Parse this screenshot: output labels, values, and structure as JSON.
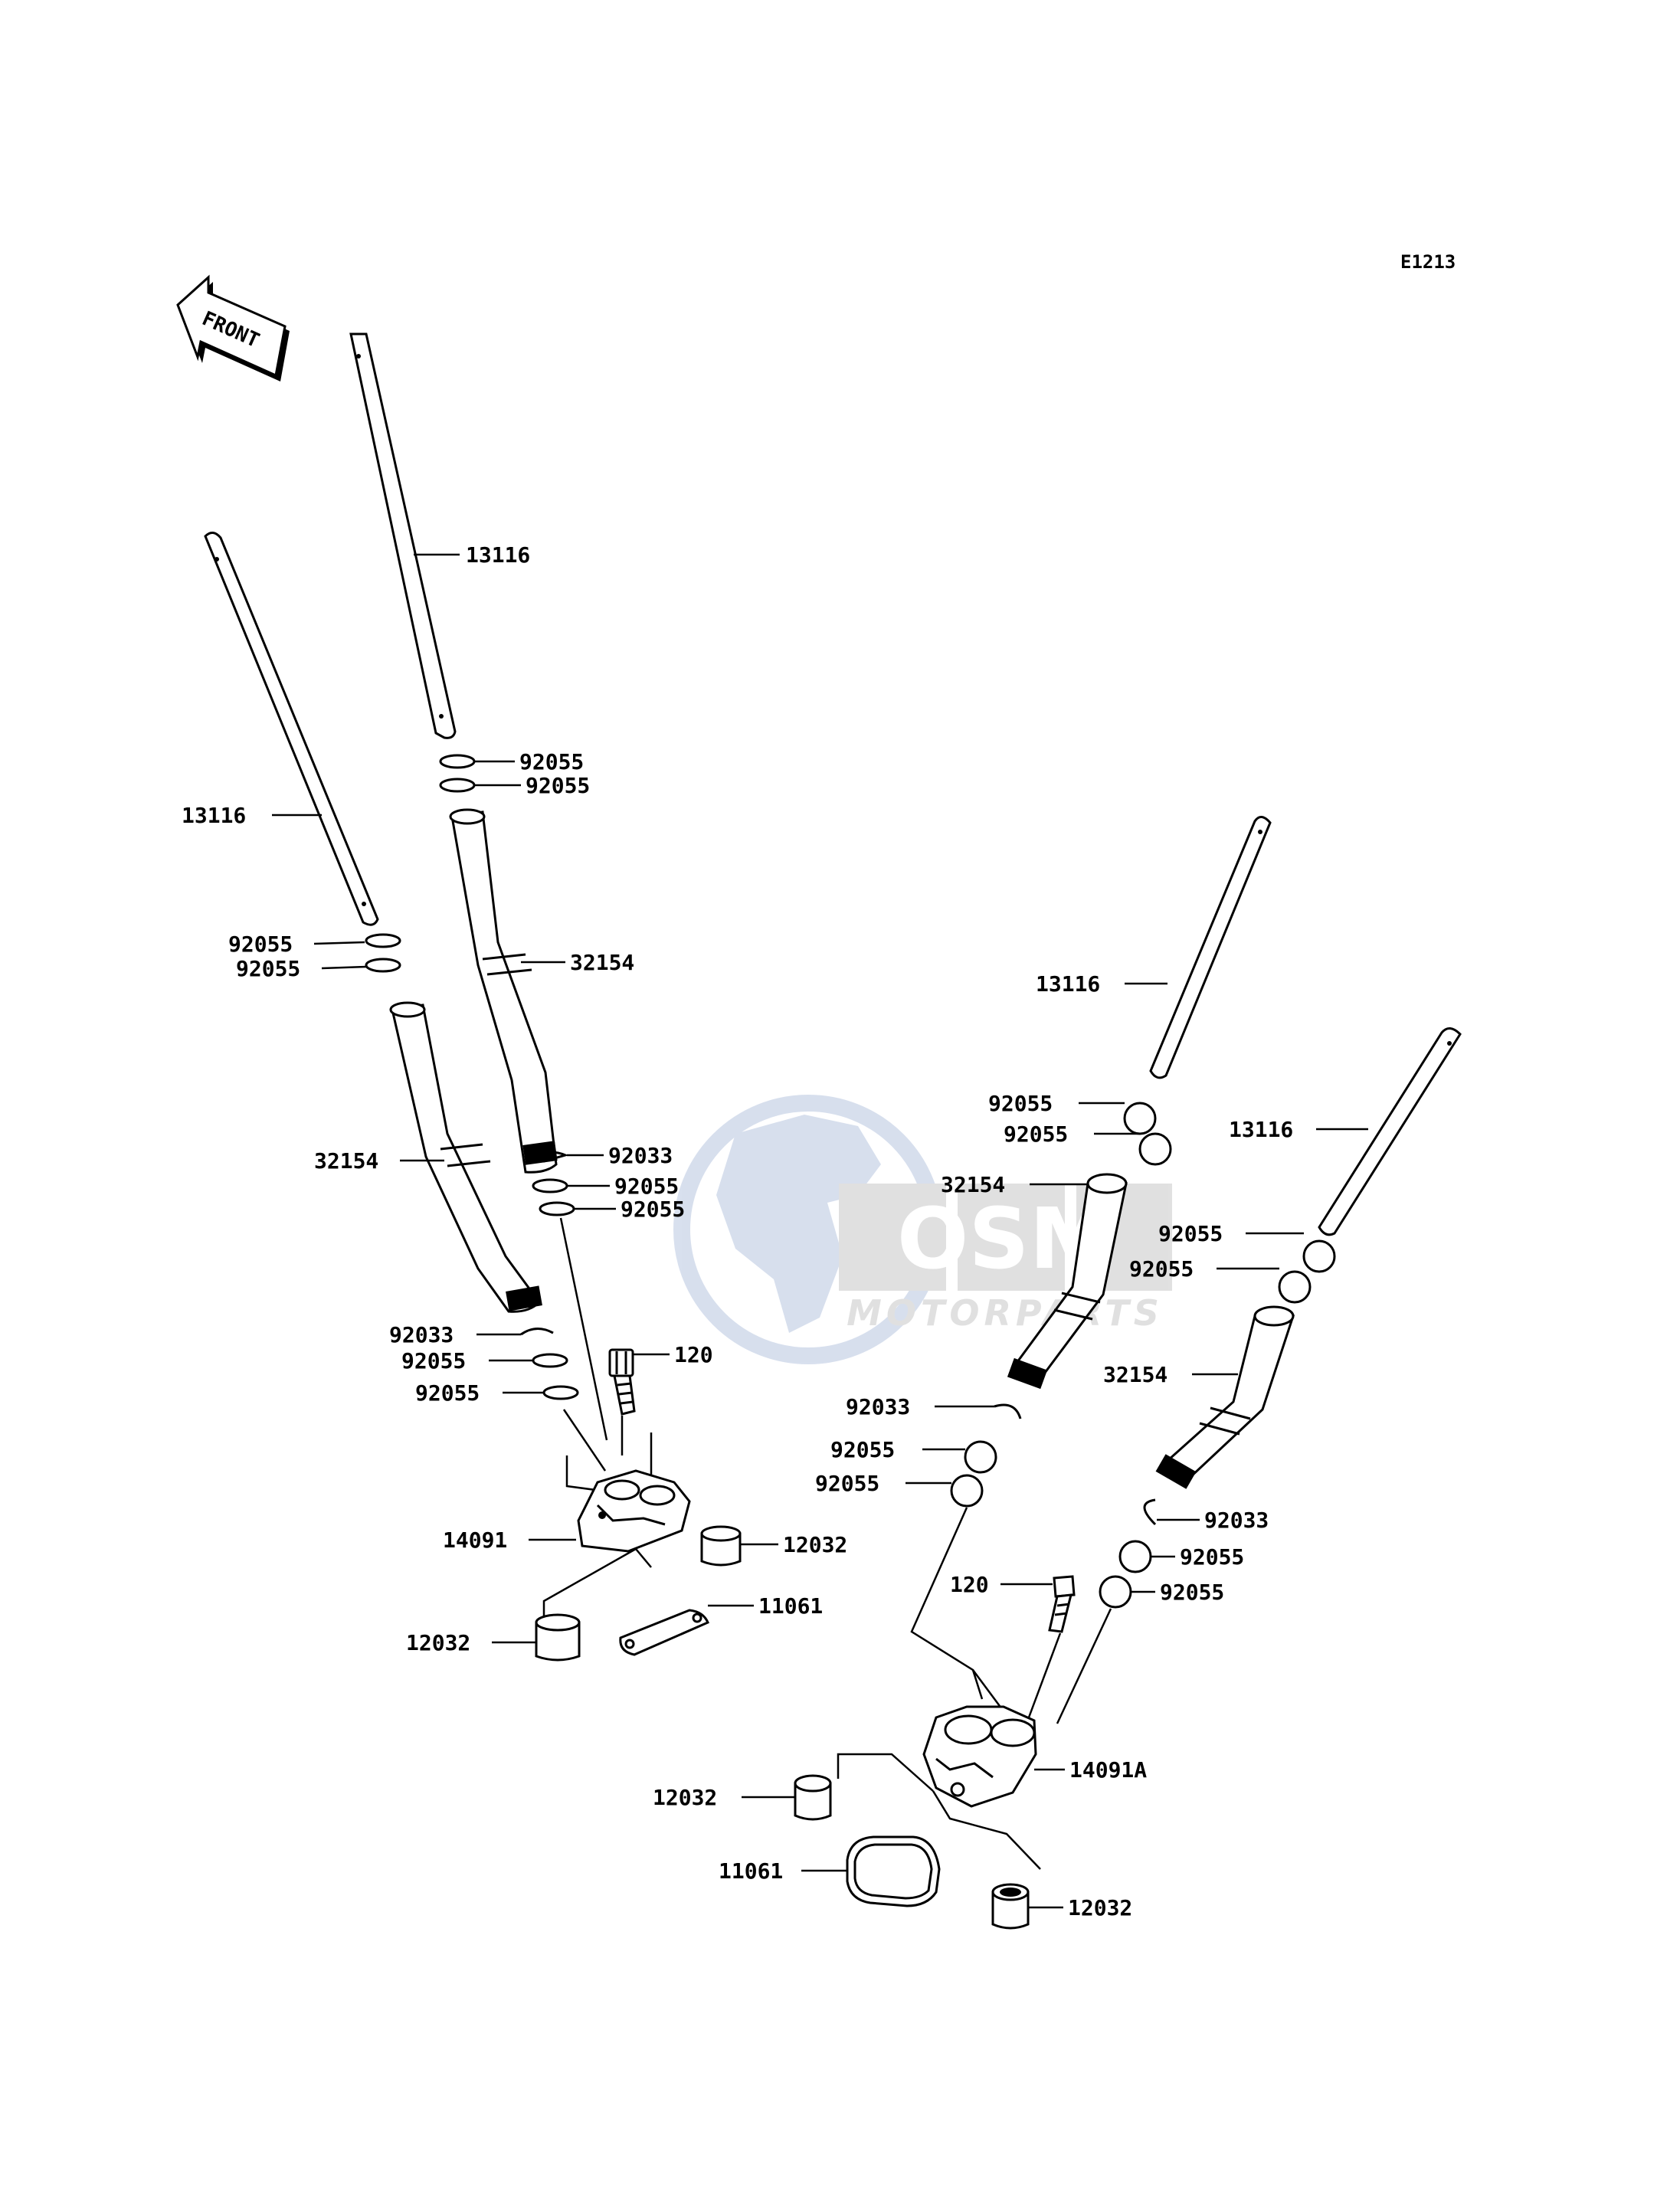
{
  "diagram_code": "E1213",
  "front_label": "FRONT",
  "watermark": {
    "brand": "OSM",
    "sub": "MOTORPARTS",
    "color": "#b8c6e0"
  },
  "parts": [
    {
      "id": "13116",
      "label": "13116"
    },
    {
      "id": "92055",
      "label": "92055"
    },
    {
      "id": "32154",
      "label": "32154"
    },
    {
      "id": "92033",
      "label": "92033"
    },
    {
      "id": "120",
      "label": "120"
    },
    {
      "id": "14091",
      "label": "14091"
    },
    {
      "id": "14091A",
      "label": "14091A"
    },
    {
      "id": "12032",
      "label": "12032"
    },
    {
      "id": "11061",
      "label": "11061"
    }
  ],
  "callouts": {
    "left_rod_upper": "13116",
    "left_rod_lower": "13116",
    "left_ring_a1": "92055",
    "left_ring_a2": "92055",
    "left_ring_b1": "92055",
    "left_ring_b2": "92055",
    "left_tube_upper": "32154",
    "left_tube_lower": "32154",
    "left_clip_upper": "92033",
    "left_ring_c1": "92055",
    "left_ring_c2": "92055",
    "left_clip_lower": "92033",
    "left_ring_d1": "92055",
    "left_ring_d2": "92055",
    "left_bolt": "120",
    "left_holder": "14091",
    "left_bushing_right": "12032",
    "left_gasket": "11061",
    "left_bushing_left": "12032",
    "right_rod_upper": "13116",
    "right_rod_lower": "13116",
    "right_ring_a1": "92055",
    "right_ring_a2": "92055",
    "right_tube_upper": "32154",
    "right_ring_b1": "92055",
    "right_ring_b2": "92055",
    "right_tube_lower": "32154",
    "right_clip_left": "92033",
    "right_ring_c1": "92055",
    "right_ring_c2": "92055",
    "right_clip_right": "92033",
    "right_ring_d1": "92055",
    "right_ring_d2": "92055",
    "right_bolt": "120",
    "right_holder": "14091A",
    "right_bushing_left": "12032",
    "right_gasket": "11061",
    "right_bushing_right": "12032"
  }
}
